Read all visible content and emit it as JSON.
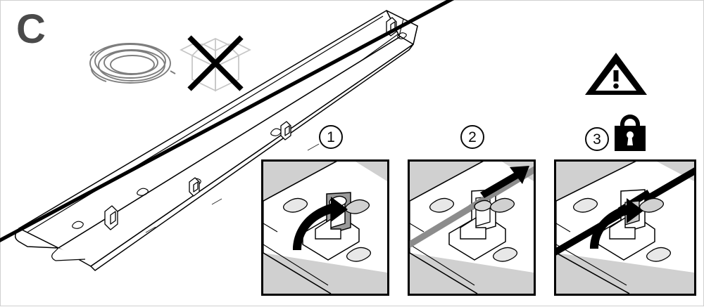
{
  "document": {
    "type": "installation-instruction-diagram",
    "section_letter": "C",
    "product": "linear trunking rail with cable retaining clips",
    "background_color": "#ffffff",
    "line_color": "#000000",
    "shade_color": "#d4d4d4",
    "cable_gray": "#808080",
    "letter_color": "#4a4a4a"
  },
  "symbols": {
    "coil": {
      "name": "cable-coil-icon",
      "description": "loose coil of cable",
      "color": "#808080"
    },
    "no_box": {
      "name": "no-box-icon",
      "description": "open box crossed out with bold X",
      "box_color": "#c8c8c8",
      "cross_color": "#000000"
    },
    "warning": {
      "name": "warning-triangle-icon",
      "description": "black triangle with exclamation mark",
      "color": "#000000"
    },
    "lock": {
      "name": "padlock-closed-icon",
      "description": "closed padlock",
      "color": "#000000"
    }
  },
  "main_illustration": {
    "name": "trunking-rail-with-cable",
    "description": "isometric view of a long linear trunking rail running diagonally with a black cable routed along it through retaining clips",
    "cable_color": "#000000",
    "rail_outline_color": "#000000"
  },
  "steps": [
    {
      "number": "1",
      "badge": "1",
      "panel_name": "step-1-panel",
      "action": "open-clip",
      "description": "rotate the cable retaining clip open",
      "arrow": "curved-arrow-up",
      "cable_present": false,
      "cable_color": null
    },
    {
      "number": "2",
      "badge": "2",
      "panel_name": "step-2-panel",
      "action": "insert-cable",
      "description": "lay the cable into the open clip and slide to position",
      "arrow": "double-headed-arrow",
      "cable_present": true,
      "cable_color": "#808080"
    },
    {
      "number": "3",
      "badge": "3",
      "panel_name": "step-3-panel",
      "action": "close-clip",
      "description": "close the clip to lock the cable in place",
      "arrow": "curved-arrow-up",
      "cable_present": true,
      "cable_color": "#000000"
    }
  ]
}
